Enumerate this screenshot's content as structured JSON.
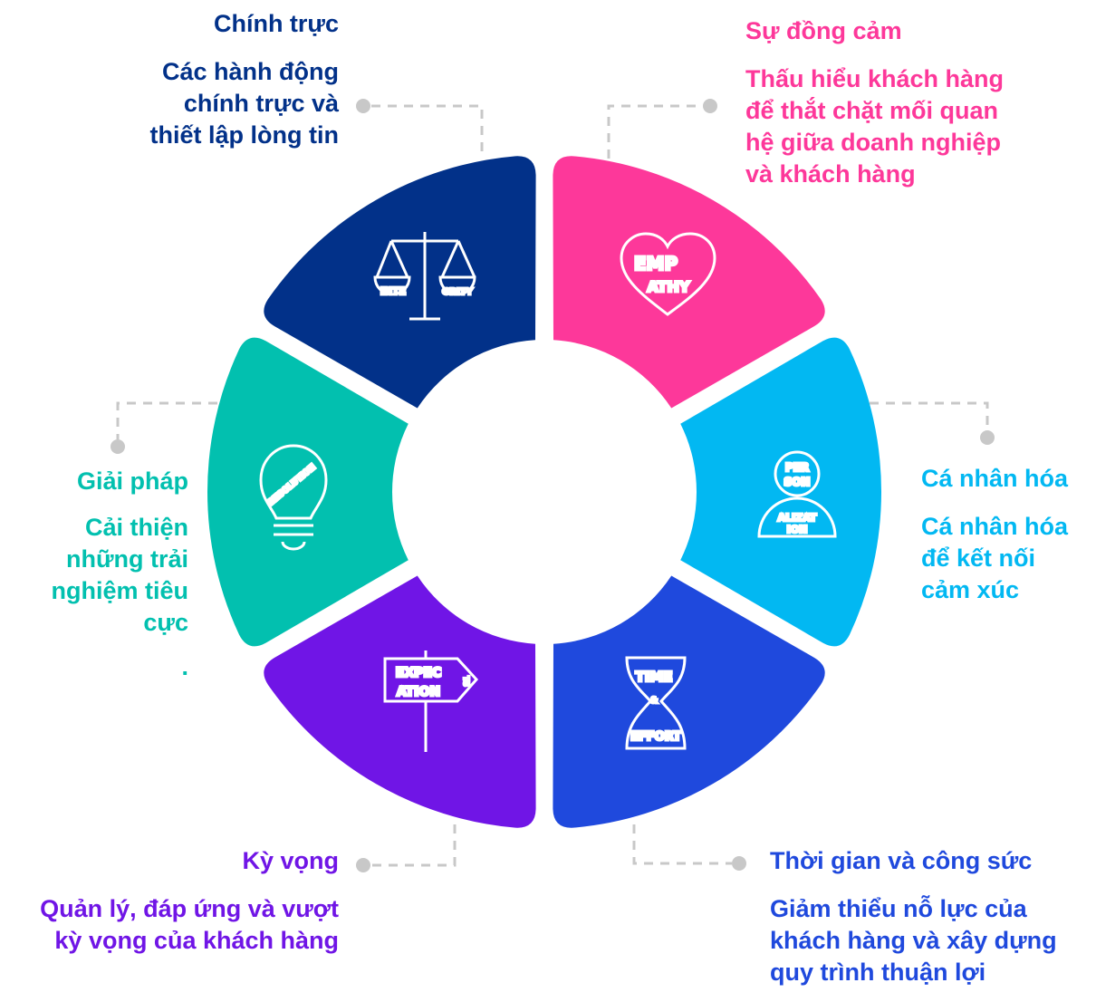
{
  "segments": [
    {
      "id": "integrity",
      "color": "#023189",
      "icon": "scales-icon",
      "icon_words": [
        "INTE",
        "GRITY"
      ],
      "title": "Chính trực",
      "desc_lines": [
        "Các hành động",
        "chính trực và",
        "thiết lập lòng tin"
      ]
    },
    {
      "id": "empathy",
      "color": "#FD389A",
      "icon": "heart-icon",
      "icon_words": [
        "EMP",
        "ATHY"
      ],
      "title": "Sự đồng cảm",
      "desc_lines": [
        "Thấu hiểu khách hàng",
        "để thắt chặt mối quan",
        "hệ giữa doanh nghiệp",
        "và khách hàng"
      ]
    },
    {
      "id": "personalization",
      "color": "#02B8F2",
      "icon": "person-icon",
      "icon_words": [
        "PER",
        "SON",
        "ALIZAT",
        "ION"
      ],
      "title": "Cá nhân hóa",
      "desc_lines": [
        "Cá nhân hóa",
        "để kết nối",
        "cảm xúc"
      ]
    },
    {
      "id": "time-effort",
      "color": "#1F49DD",
      "icon": "hourglass-icon",
      "icon_words": [
        "TIME",
        "&",
        "EFFORT"
      ],
      "title": "Thời gian và công sức",
      "desc_lines": [
        "Giảm thiểu nỗ lực của",
        "khách hàng và xây dựng",
        "quy trình thuận lợi"
      ]
    },
    {
      "id": "expectations",
      "color": "#7015E6",
      "icon": "signpost-icon",
      "icon_words": [
        "EXPEC",
        "TS",
        "ATION"
      ],
      "title": "Kỳ vọng",
      "desc_lines": [
        "Quản lý, đáp ứng và vượt",
        "kỳ vọng của khách hàng"
      ]
    },
    {
      "id": "resolution",
      "color": "#02C0AF",
      "icon": "lightbulb-icon",
      "icon_words": [
        "RESOLUTION"
      ],
      "title": "Giải pháp",
      "desc_lines": [
        "Cải thiện",
        "những trải",
        "nghiệm tiêu",
        "cực",
        "."
      ]
    }
  ],
  "connector_color": "#C8C8C8"
}
